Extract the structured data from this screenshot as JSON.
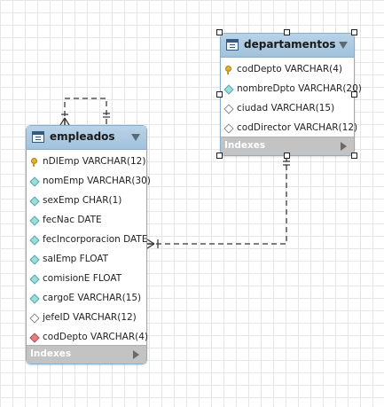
{
  "tables": {
    "empleados": {
      "title": "empleados",
      "columns": [
        {
          "label": "nDIEmp VARCHAR(12)",
          "icon": "primary-key-icon"
        },
        {
          "label": "nomEmp VARCHAR(30)",
          "icon": "not-null-column-icon"
        },
        {
          "label": "sexEmp CHAR(1)",
          "icon": "not-null-column-icon"
        },
        {
          "label": "fecNac DATE",
          "icon": "not-null-column-icon"
        },
        {
          "label": "fecIncorporacion DATE",
          "icon": "not-null-column-icon"
        },
        {
          "label": "salEmp FLOAT",
          "icon": "not-null-column-icon"
        },
        {
          "label": "comisionE FLOAT",
          "icon": "not-null-column-icon"
        },
        {
          "label": "cargoE VARCHAR(15)",
          "icon": "not-null-column-icon"
        },
        {
          "label": "jefeID VARCHAR(12)",
          "icon": "nullable-column-icon"
        },
        {
          "label": "codDepto VARCHAR(4)",
          "icon": "foreign-key-icon"
        }
      ],
      "indexes_label": "Indexes"
    },
    "departamentos": {
      "title": "departamentos",
      "columns": [
        {
          "label": "codDepto VARCHAR(4)",
          "icon": "primary-key-icon"
        },
        {
          "label": "nombreDpto VARCHAR(20)",
          "icon": "not-null-column-icon"
        },
        {
          "label": "ciudad VARCHAR(15)",
          "icon": "nullable-column-icon"
        },
        {
          "label": "codDirector VARCHAR(12)",
          "icon": "nullable-column-icon"
        }
      ],
      "indexes_label": "Indexes"
    }
  },
  "colors": {
    "header": "#a9c8e0",
    "indexes_bar": "#c3c3c3",
    "relationship_line": "#555555"
  }
}
